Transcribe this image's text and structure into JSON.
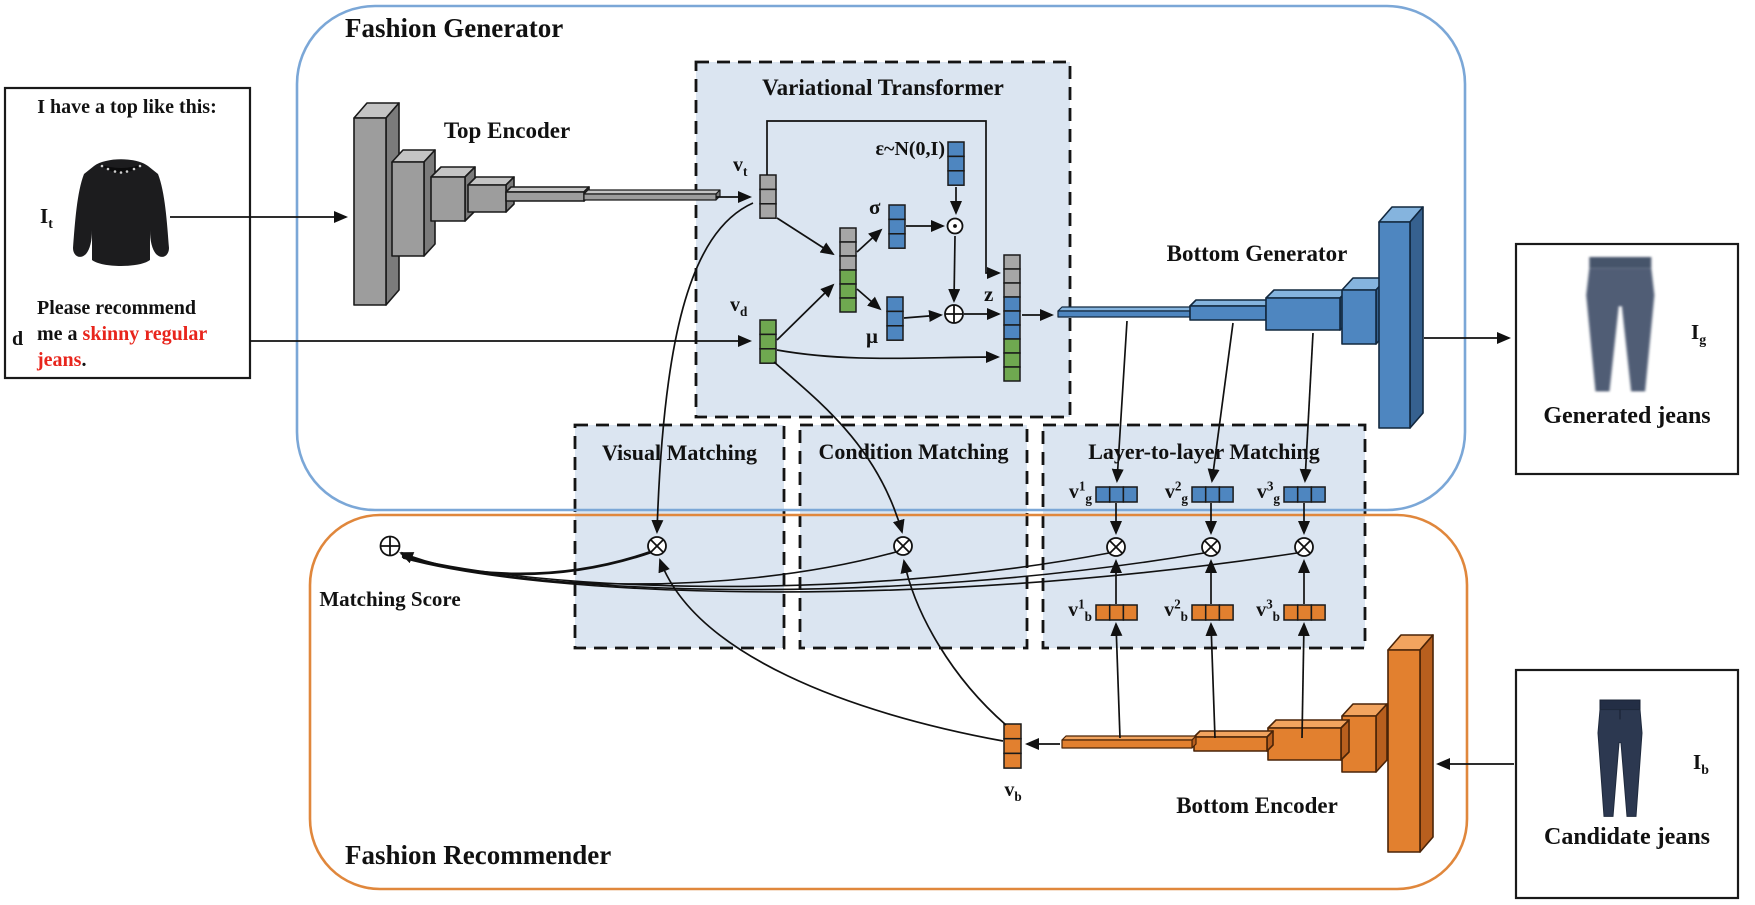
{
  "figure": {
    "generator_title": "Fashion Generator",
    "recommender_title": "Fashion Recommender"
  },
  "input_box": {
    "title": "I have a top like this:",
    "image_label": {
      "base": "I",
      "sub": "t"
    },
    "prompt_marker": "d",
    "prompt": {
      "prefix": "Please recommend me a ",
      "highlight": "skinny regular jeans",
      "suffix": "."
    }
  },
  "networks": {
    "top_encoder": "Top Encoder",
    "bottom_generator": "Bottom Generator",
    "bottom_encoder": "Bottom Encoder"
  },
  "variational_transformer": {
    "title": "Variational Transformer",
    "vt": {
      "base": "v",
      "sub": "t"
    },
    "vd": {
      "base": "v",
      "sub": "d"
    },
    "sigma": "σ",
    "mu": "μ",
    "epsilon": "ε~N(0,I)",
    "z": "z"
  },
  "matching": {
    "visual_title": "Visual Matching",
    "condition_title": "Condition Matching",
    "layer_title": "Layer-to-layer Matching",
    "score_label": "Matching Score",
    "g_vectors": [
      {
        "base": "v",
        "sup": "1",
        "sub": "g"
      },
      {
        "base": "v",
        "sup": "2",
        "sub": "g"
      },
      {
        "base": "v",
        "sup": "3",
        "sub": "g"
      }
    ],
    "b_vectors": [
      {
        "base": "v",
        "sup": "1",
        "sub": "b"
      },
      {
        "base": "v",
        "sup": "2",
        "sub": "b"
      },
      {
        "base": "v",
        "sup": "3",
        "sub": "b"
      }
    ],
    "vb": {
      "base": "v",
      "sub": "b"
    }
  },
  "outputs": {
    "generated_label": "Generated jeans",
    "generated_image_label": {
      "base": "I",
      "sub": "g"
    },
    "candidate_label": "Candidate jeans",
    "candidate_image_label": {
      "base": "I",
      "sub": "b"
    }
  },
  "operators": {
    "multiply": "⊗",
    "add": "⊕",
    "elementwise": "⊙"
  },
  "colors": {
    "generator_border": "#7BA7D7",
    "recommender_border": "#E0873C",
    "panel_fill": "#DBE5F1",
    "bar_blue": "#4E86C0",
    "bar_green": "#6FA850",
    "bar_gray": "#A6A6A6",
    "bar_orange": "#E2802F",
    "highlight_text": "#E8251C"
  }
}
